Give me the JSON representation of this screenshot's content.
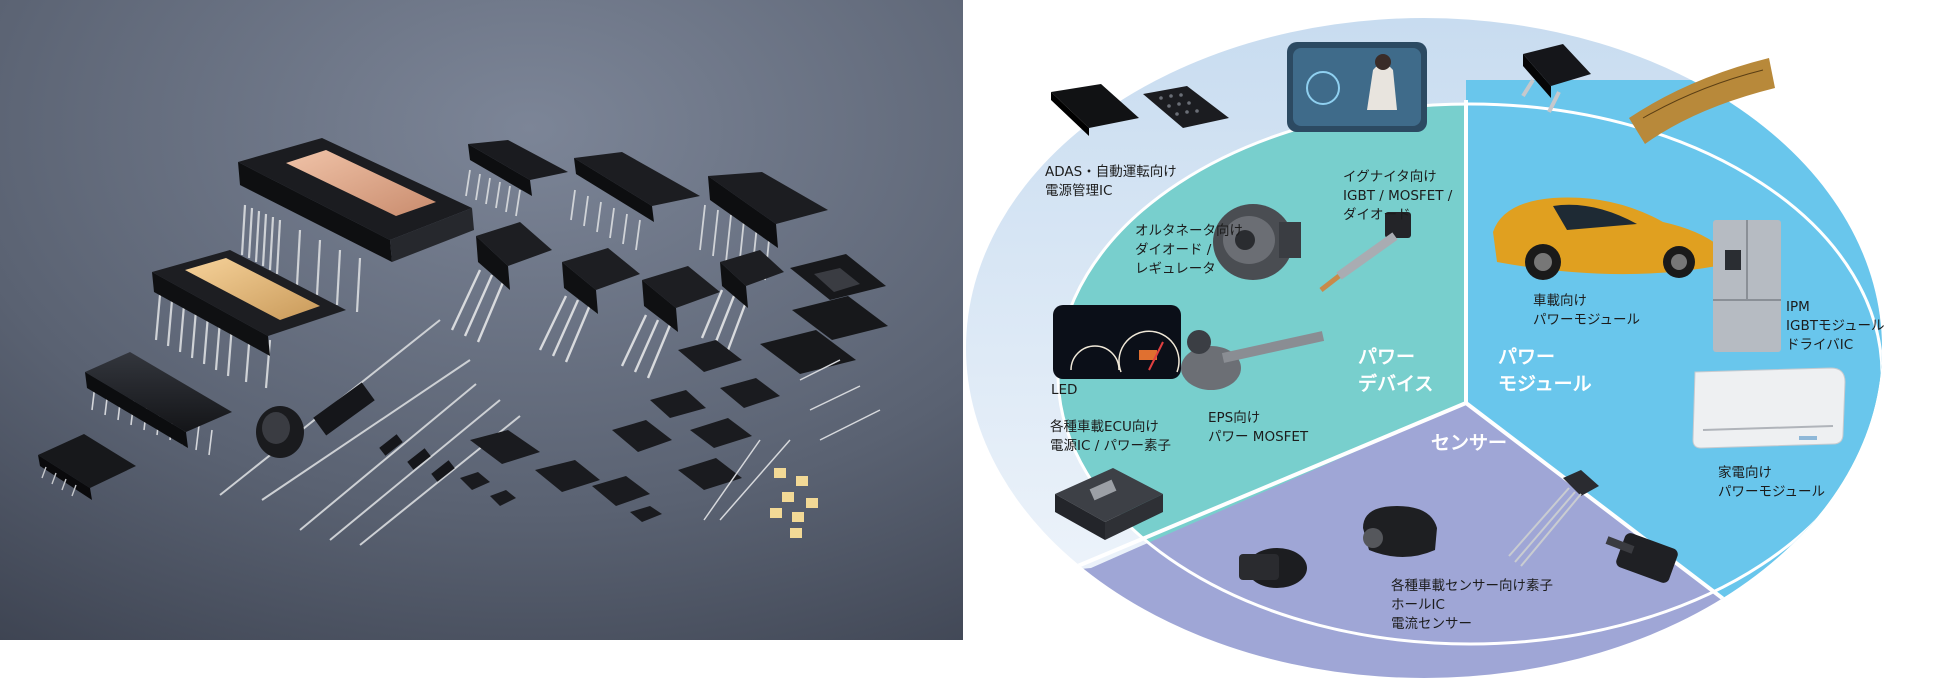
{
  "colors": {
    "photo_background": "#5a6272",
    "power_device": "#78cfcd",
    "power_module": "#69c6ec",
    "sensor": "#9fa6d6",
    "top_band": "#d9e7f4"
  },
  "segments": {
    "power_device": [
      "パワー",
      "デバイス"
    ],
    "power_module": [
      "パワー",
      "モジュール"
    ],
    "sensor": [
      "センサー"
    ]
  },
  "labels": {
    "adas": [
      "ADAS・自動運転向け",
      "電源管理IC"
    ],
    "igniter": [
      "イグナイタ向け",
      "IGBT / MOSFET /",
      "ダイオード"
    ],
    "alternator": [
      "オルタネータ向け",
      "ダイオード /",
      "レギュレータ"
    ],
    "led": [
      "LED"
    ],
    "eps": [
      "EPS向け",
      "パワー MOSFET"
    ],
    "ecu": [
      "各種車載ECU向け",
      "電源IC / パワー素子"
    ],
    "car_module": [
      "車載向け",
      "パワーモジュール"
    ],
    "ipm": [
      "IPM",
      "IGBTモジュール",
      "ドライバIC"
    ],
    "home_module": [
      "家電向け",
      "パワーモジュール"
    ],
    "sensor_parts": [
      "各種車載センサー向け素子",
      "ホールIC",
      "電流センサー"
    ]
  },
  "icons": {
    "photo": "semiconductor-components-photo",
    "bga_chip": "bga-chip-icon",
    "driver": "driver-cockpit-icon",
    "dpak": "dpak-transistor-icon",
    "flex_pcb": "flexible-pcb-icon",
    "alternator": "alternator-icon",
    "ignition_coil": "ignition-coil-icon",
    "dashboard": "dashboard-gauge-icon",
    "eps": "steering-column-icon",
    "ecu": "ecu-box-icon",
    "car": "sports-car-icon",
    "fridge": "refrigerator-icon",
    "ac": "air-conditioner-icon",
    "sensors": "automotive-sensor-icon"
  }
}
